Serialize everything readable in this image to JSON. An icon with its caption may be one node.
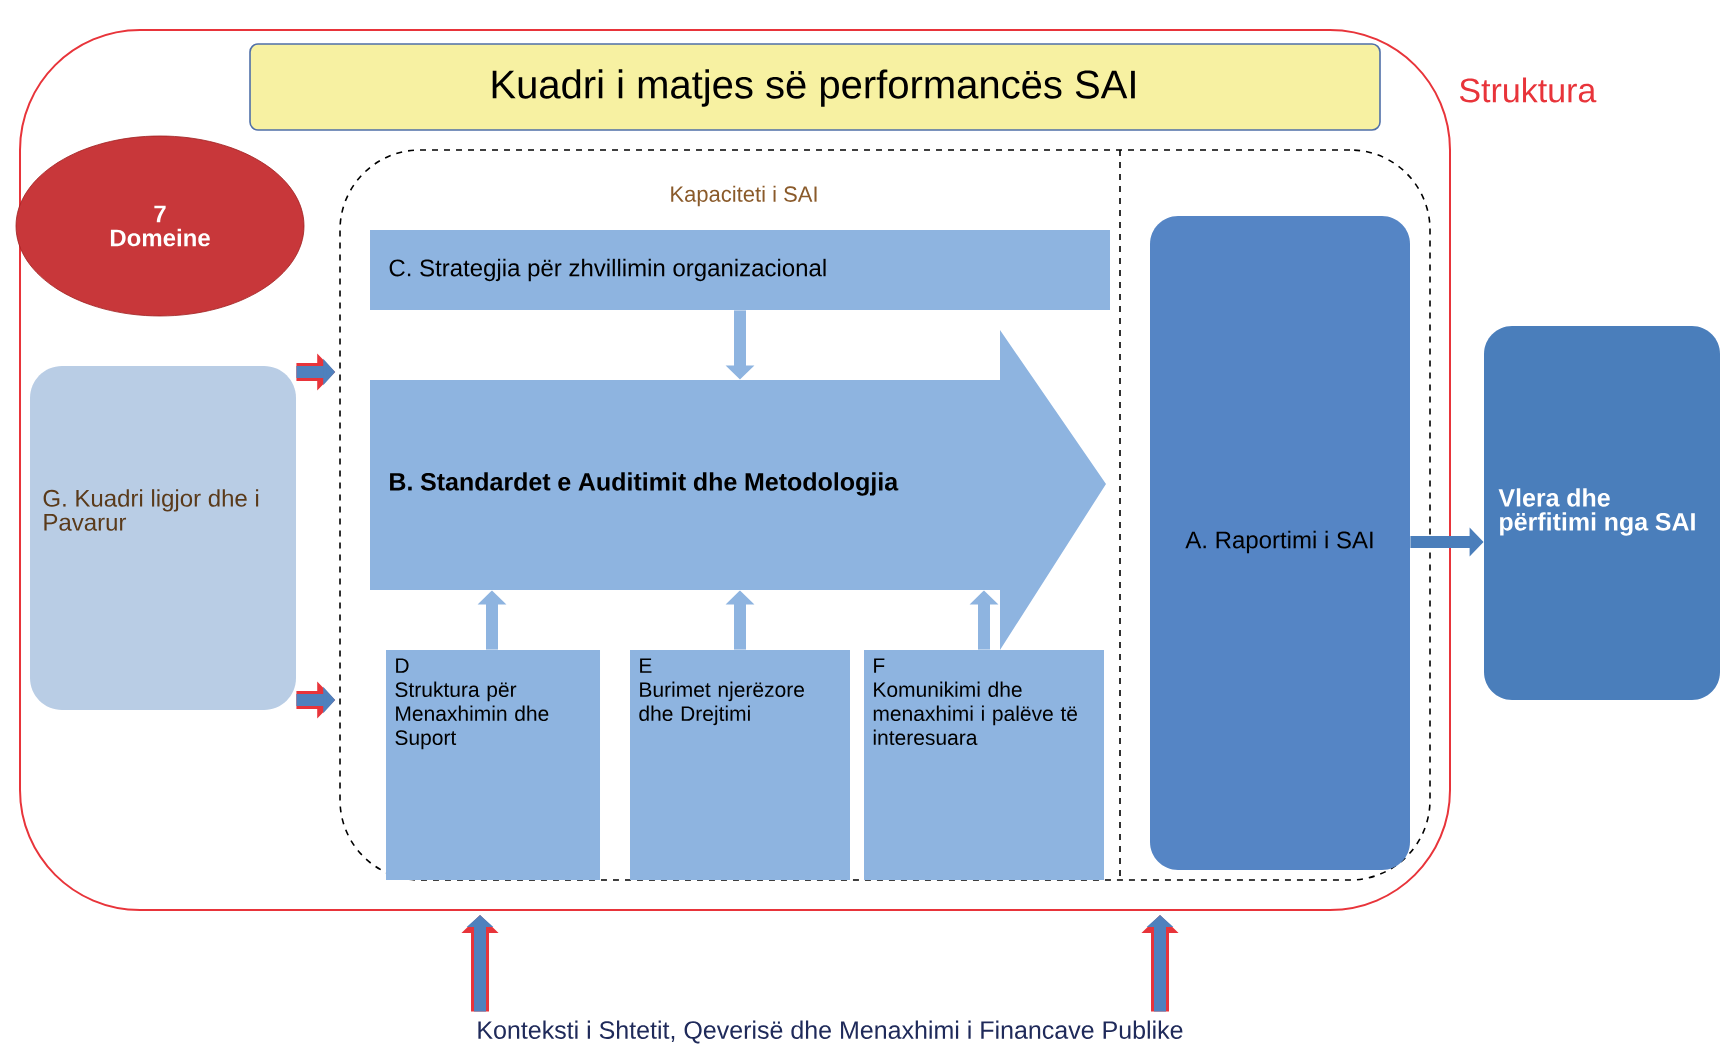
{
  "diagram": {
    "nodes": [
      {
        "text": [
          "Struktura"
        ]
      },
      {
        "text": [
          "Kuadri i matjes së performancës SAI"
        ],
        "in": 0
      },
      {
        "text": [
          "7 Domeine"
        ],
        "in": 0
      },
      {
        "text": [
          "Kapaciteti i SAI"
        ],
        "in": 0
      },
      {
        "text": [
          "C. Strategjia për zhvillimin organizacional"
        ],
        "in": 3
      },
      {
        "text": [
          "B. Standardet e Auditimit dhe Metodologjia"
        ],
        "in": 3
      },
      {
        "text": [
          "D",
          "Struktura për Menaxhimin dhe Suport"
        ],
        "in": 3
      },
      {
        "text": [
          "E",
          "Burimet njerëzore dhe Drejtimi"
        ],
        "in": 3
      },
      {
        "text": [
          "F",
          "Komunikimi dhe menaxhimi i palëve të interesuara"
        ],
        "in": 3
      },
      {
        "text": [
          "A. Raportimi i SAI"
        ],
        "in": 3
      },
      {
        "text": [
          "G. Kuadri ligjor dhe i Pavarur"
        ],
        "in": 0
      },
      {
        "text": [
          "Vlera dhe përfitimi nga SAI"
        ]
      },
      {
        "text": [
          "Konteksti i Shtetit, Qeverisë dhe Menaxhimi i Financave Publike"
        ]
      }
    ],
    "edges": [
      {
        "from": 10,
        "to": 3,
        "arrow": "to",
        "color": "#4f81bd"
      },
      {
        "from": 10,
        "to": 3,
        "arrow": "to",
        "color": "#4f81bd"
      },
      {
        "from": 4,
        "to": 5,
        "arrow": "to"
      },
      {
        "from": 6,
        "to": 5,
        "arrow": "to"
      },
      {
        "from": 7,
        "to": 5,
        "arrow": "to"
      },
      {
        "from": 8,
        "to": 5,
        "arrow": "to"
      },
      {
        "from": 9,
        "to": 11,
        "arrow": "to"
      },
      {
        "from": 12,
        "to": 0,
        "arrow": "to",
        "color": "#4f81bd"
      },
      {
        "from": 12,
        "to": 0,
        "arrow": "to",
        "color": "#4f81bd"
      }
    ]
  }
}
